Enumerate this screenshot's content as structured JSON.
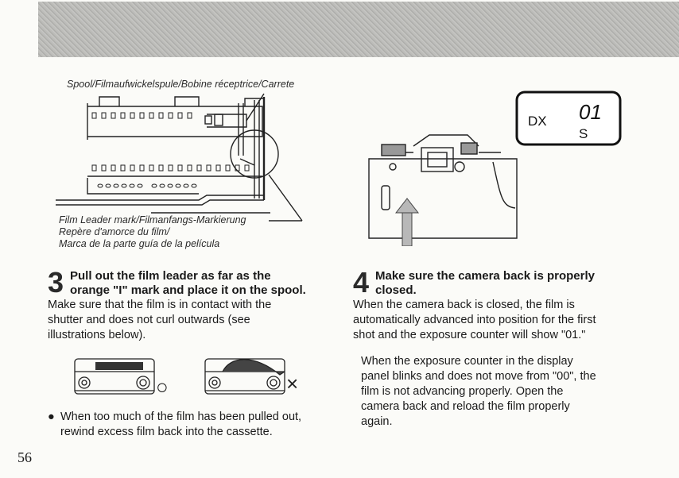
{
  "figure_left": {
    "label_spool": "Spool/Filmaufwickelspule/Bobine réceptrice/Carrete",
    "label_leader_1": "Film Leader mark/Filmanfangs-Markierung",
    "label_leader_2": "Repère d'amorce du film/",
    "label_leader_3": "Marca de la parte guía de la película"
  },
  "figure_right": {
    "display_dx": "DX",
    "display_counter": "01",
    "display_s": "S"
  },
  "step3": {
    "number": "3",
    "title_line1": "Pull out the film leader as far as the",
    "title_line2": "orange \"I\" mark and place it on the spool.",
    "body": [
      "Make sure that the film is in contact with the",
      "shutter and does not curl outwards (see",
      "illustrations below)."
    ],
    "bullet": "●",
    "note": [
      "When too much of the film has been pulled out,",
      "rewind excess film back into the cassette."
    ],
    "correct_mark": "○",
    "wrong_mark": "×"
  },
  "step4": {
    "number": "4",
    "title_line1": "Make sure the camera back is properly",
    "title_line2": "closed.",
    "body": [
      "When the camera back is closed, the film is",
      "automatically advanced into position for the first",
      "shot and the exposure counter will show \"01.\""
    ],
    "note": [
      "When the exposure counter in the display",
      "panel blinks and does not move from \"00\", the",
      "film is not advancing properly. Open the",
      "camera back and reload the film properly",
      "again."
    ]
  },
  "page_number": "56"
}
